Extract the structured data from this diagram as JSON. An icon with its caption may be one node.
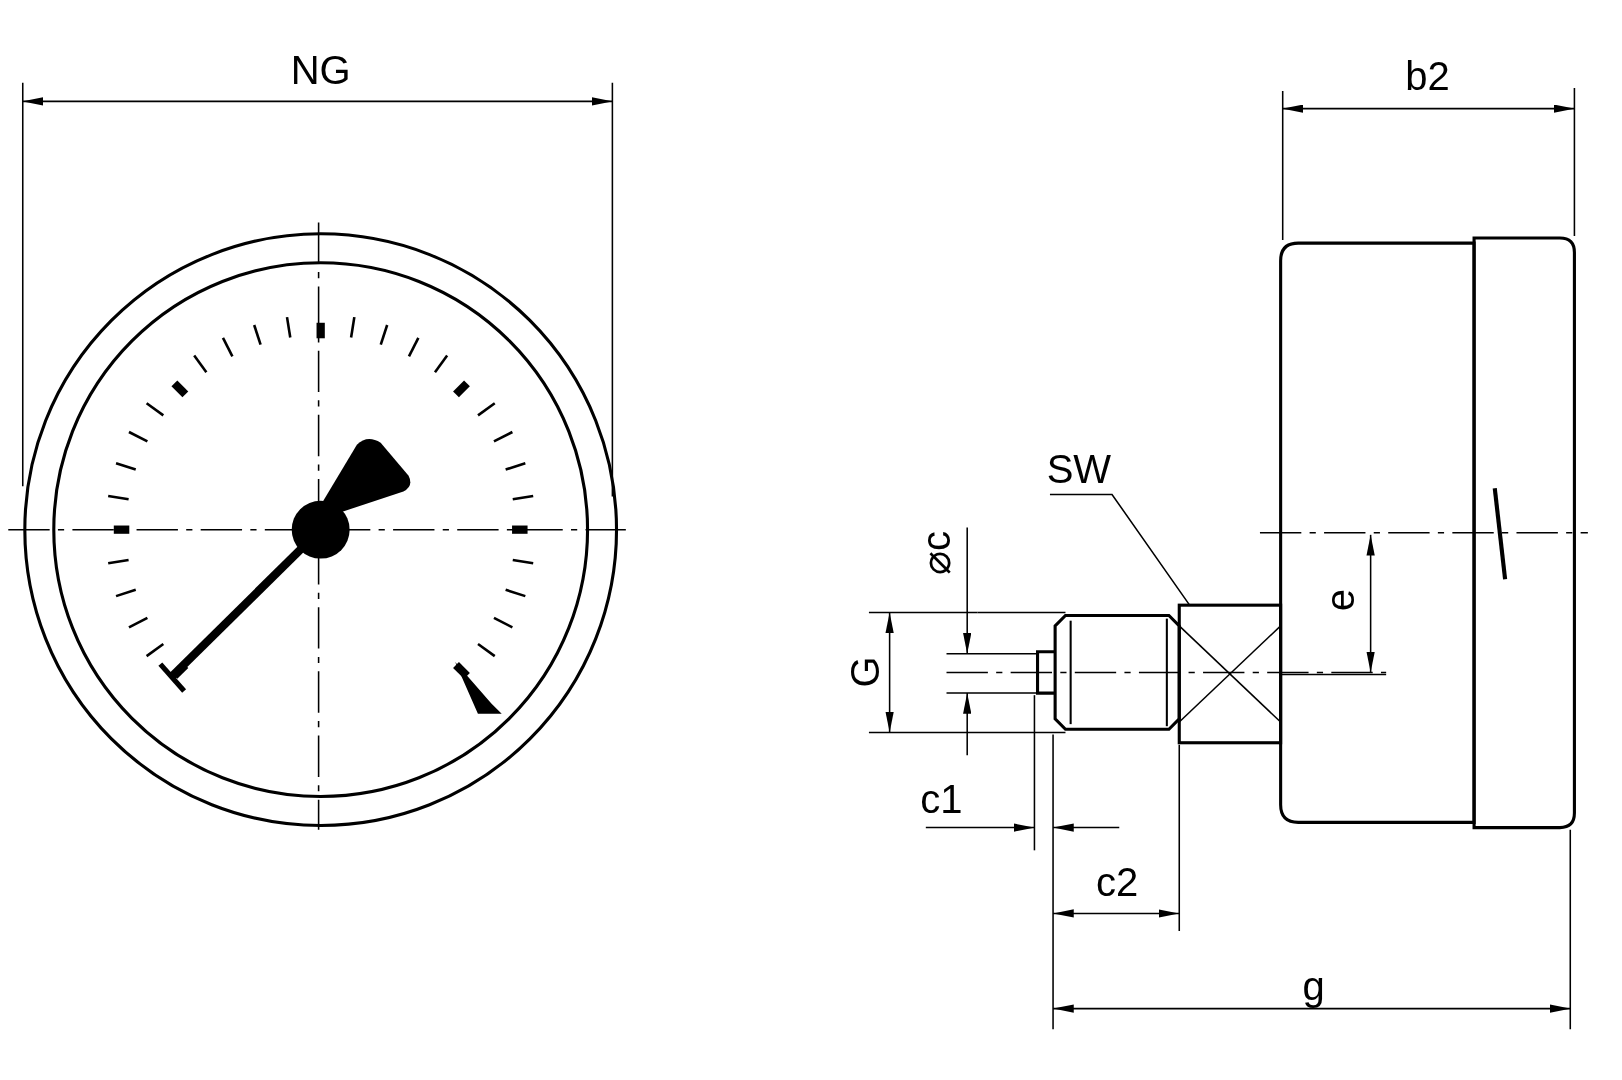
{
  "diagram": {
    "nodes": [
      {
        "text": [
          "SW"
        ]
      },
      {
        "text": [],
        "shape": "box"
      }
    ],
    "edges": [
      {
        "from": 0,
        "to": 1,
        "arrow": "none"
      }
    ],
    "labels": [
      "NG",
      "b2",
      "⌀c",
      "G",
      "e",
      "c1",
      "c2",
      "g"
    ]
  }
}
